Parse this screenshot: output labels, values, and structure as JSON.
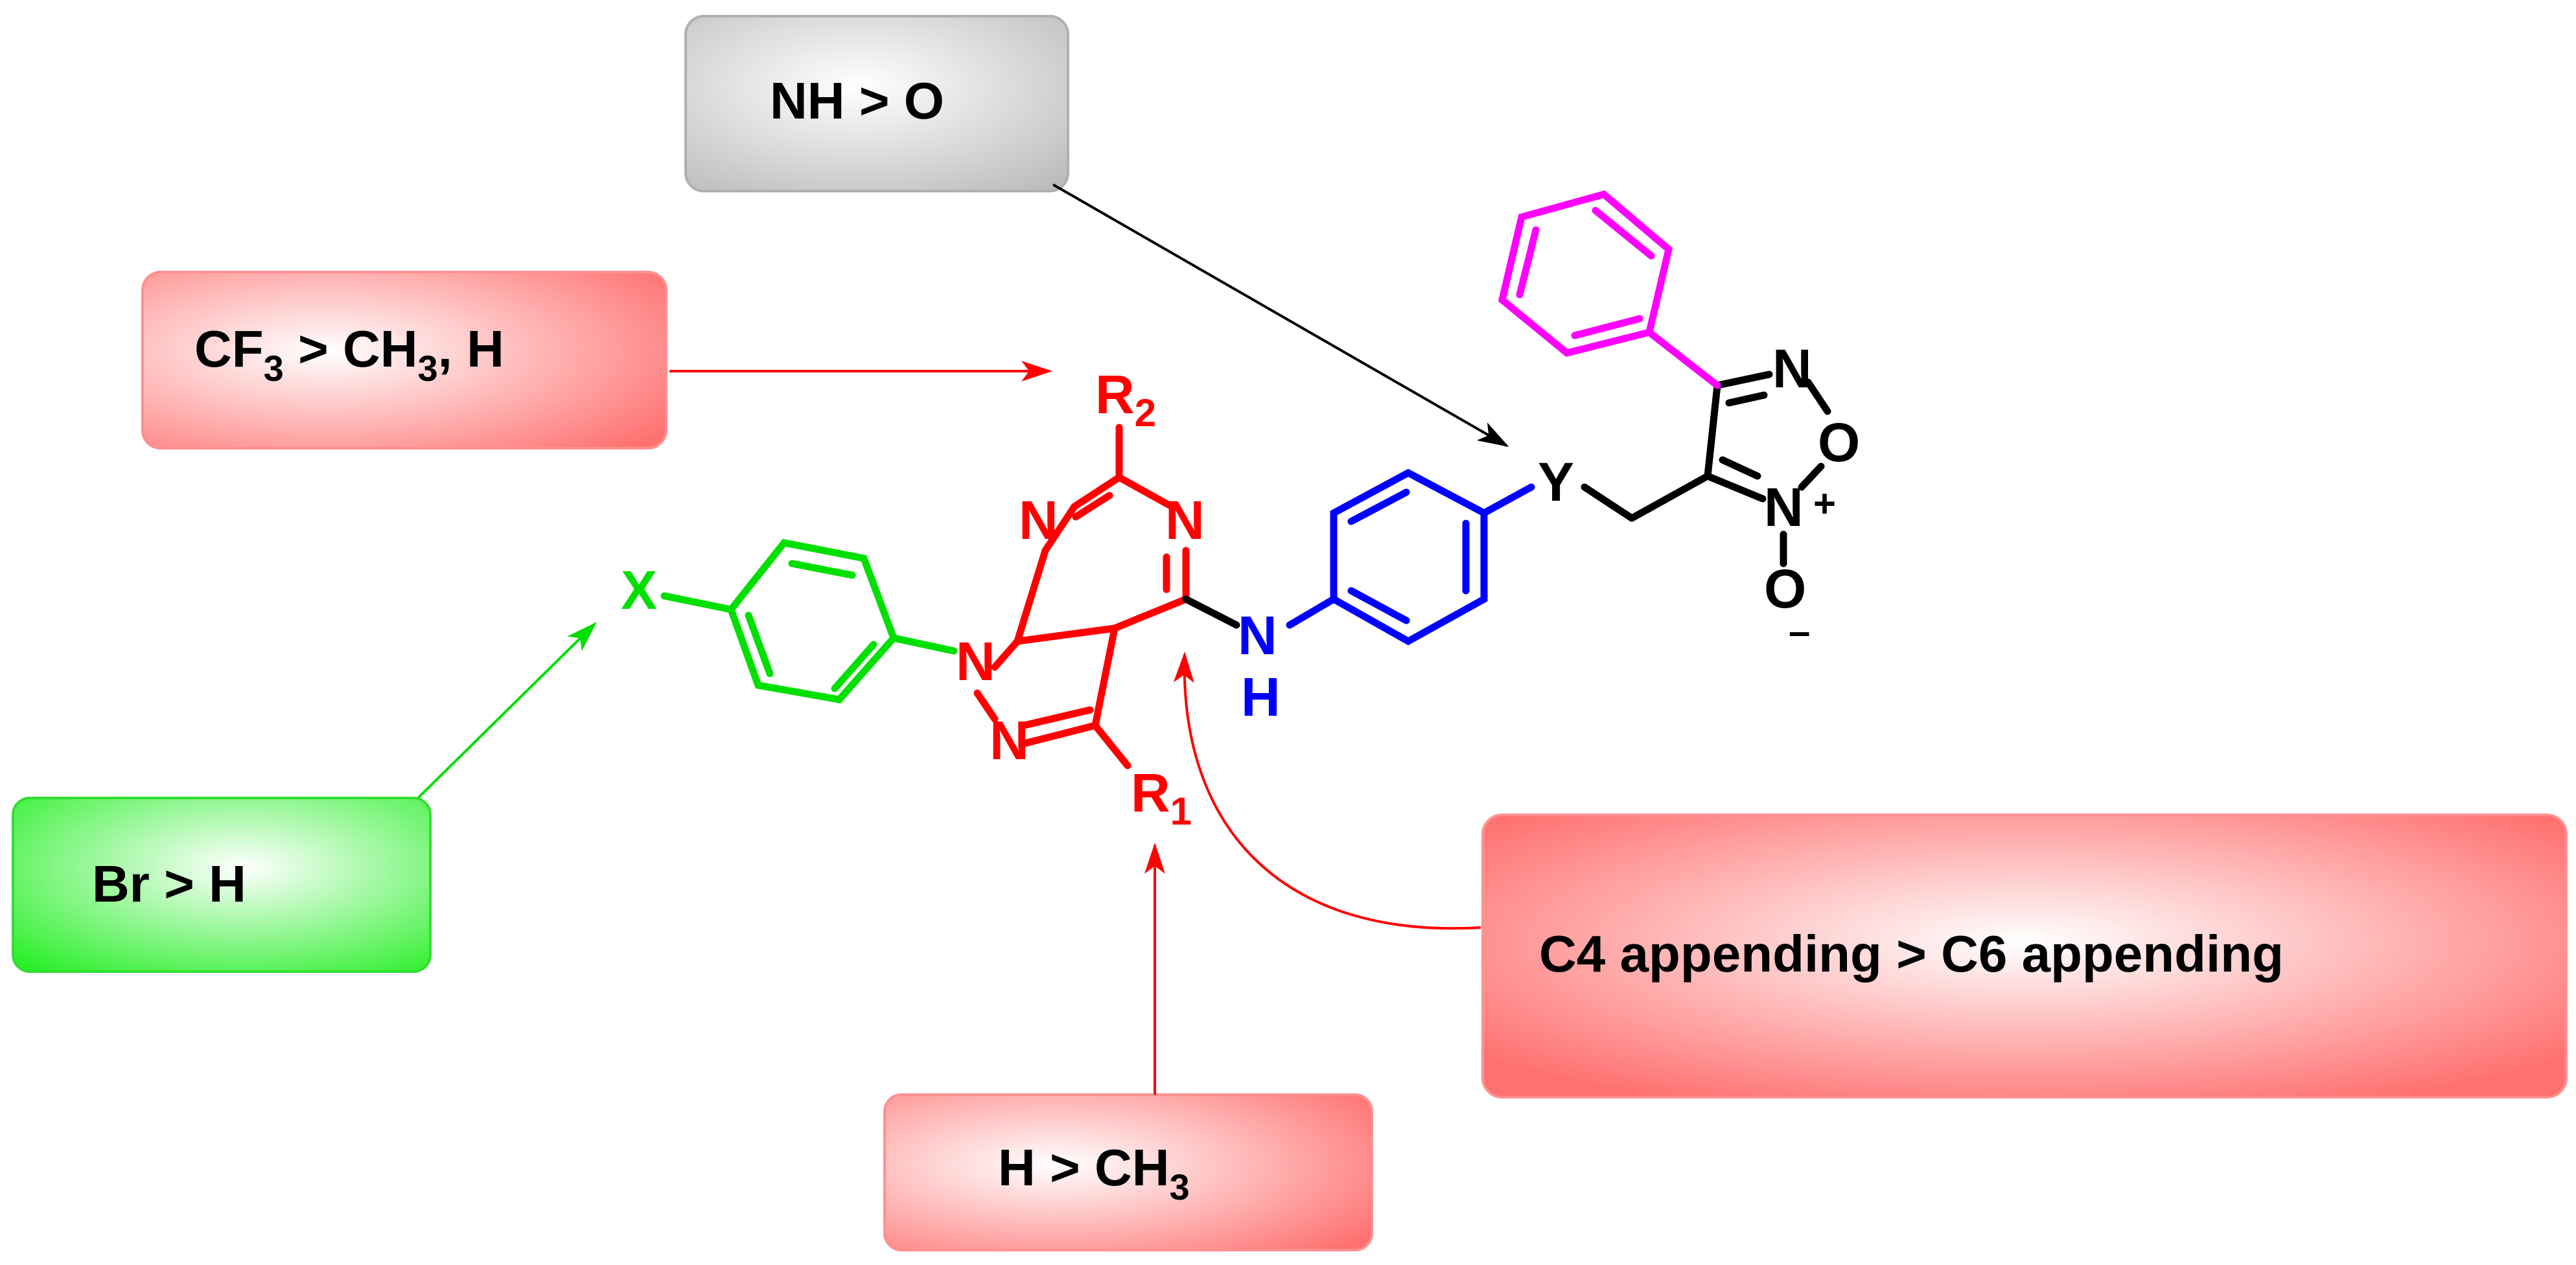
{
  "boxes": {
    "linker": {
      "main": "NH > O"
    },
    "r2": {
      "main1": "CF",
      "sub1": "3",
      "main2": " > CH",
      "sub2": "3",
      "main3": ", H"
    },
    "x": {
      "main": "Br > H"
    },
    "r1": {
      "main1": "H > CH",
      "sub1": "3"
    },
    "position": {
      "main": "C4 appending > C6 appending"
    }
  },
  "atoms": {
    "r2": {
      "main": "R",
      "sub": "2"
    },
    "r1": {
      "main": "R",
      "sub": "1"
    },
    "x": "X",
    "n_pyrimidine_left": "N",
    "n_pyrimidine_right": "N",
    "n1_pyrazole": "N",
    "n2_pyrazole": "N",
    "nh_n": "N",
    "nh_h": "H",
    "y": "Y",
    "oxadiazole_n3": "N",
    "oxadiazole_o": "O",
    "oxadiazole_n_oxide": "N",
    "plus_charge": "+",
    "oxide_o": "O",
    "minus_charge": "–"
  },
  "colors": {
    "red_group": "#ff0000",
    "green_group": "#00e000",
    "blue_group": "#0000ff",
    "magenta_group": "#ff00ff",
    "core_black": "#000000",
    "box_grey": "#c8c8c8",
    "box_red": "#ff7b7b",
    "box_green": "#33ee33"
  }
}
